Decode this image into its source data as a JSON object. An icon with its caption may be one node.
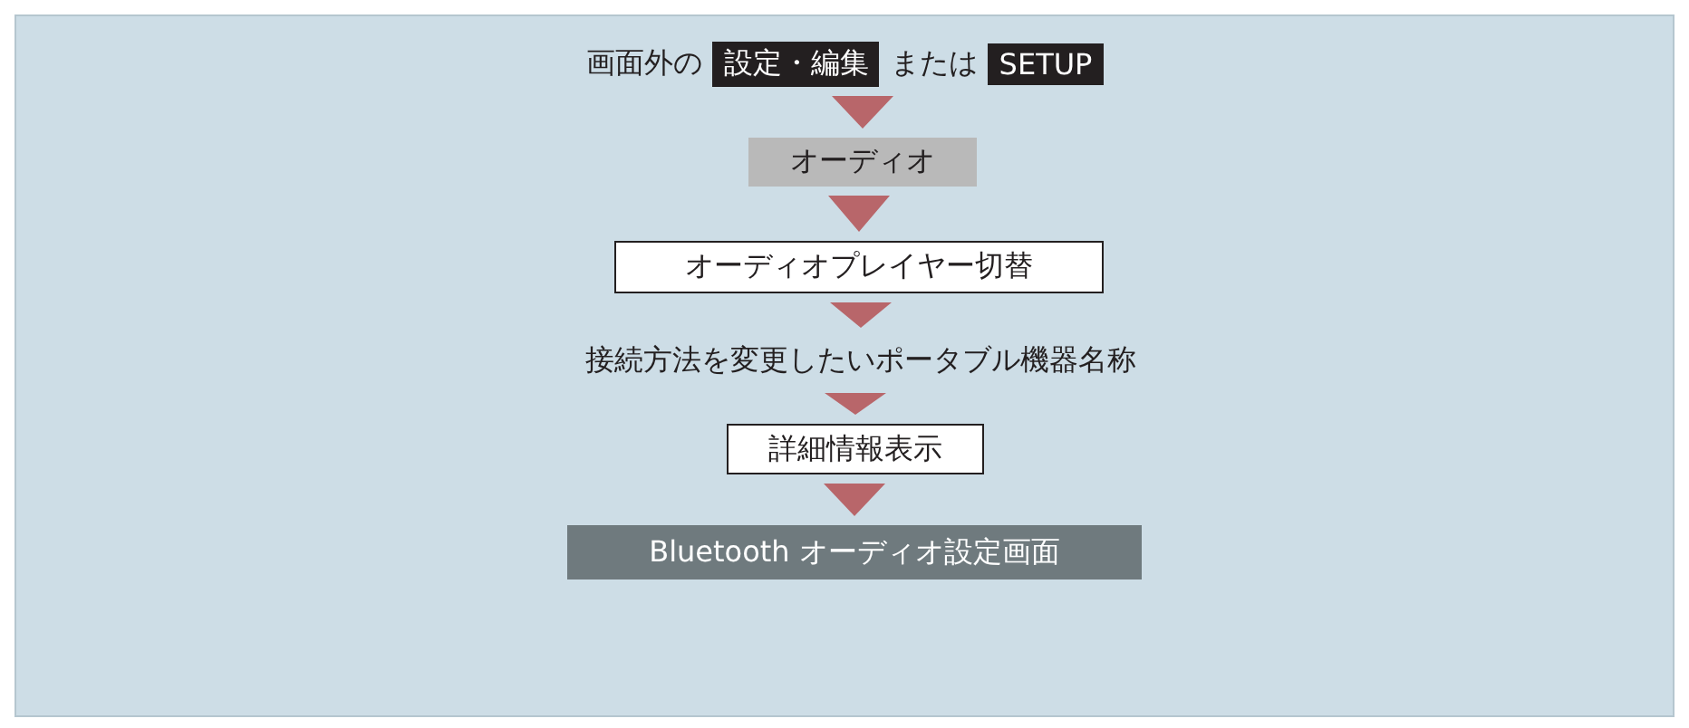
{
  "diagram": {
    "nodes": [
      {
        "text": [
          "画面外の",
          "設定・編集",
          "または",
          "SETUP"
        ]
      },
      {
        "text": [
          "オーディオ"
        ]
      },
      {
        "text": [
          "オーディオプレイヤー切替"
        ]
      },
      {
        "text": [
          "接続方法を変更したいポータブル機器名称"
        ]
      },
      {
        "text": [
          "詳細情報表示"
        ]
      },
      {
        "text": [
          "Bluetooth オーディオ設定画面"
        ]
      }
    ],
    "edges": [
      {
        "from": 0,
        "to": 1,
        "arrow": "to"
      },
      {
        "from": 1,
        "to": 2,
        "arrow": "to"
      },
      {
        "from": 2,
        "to": 3,
        "arrow": "to"
      },
      {
        "from": 3,
        "to": 4,
        "arrow": "to"
      },
      {
        "from": 4,
        "to": 5,
        "arrow": "to"
      }
    ]
  }
}
